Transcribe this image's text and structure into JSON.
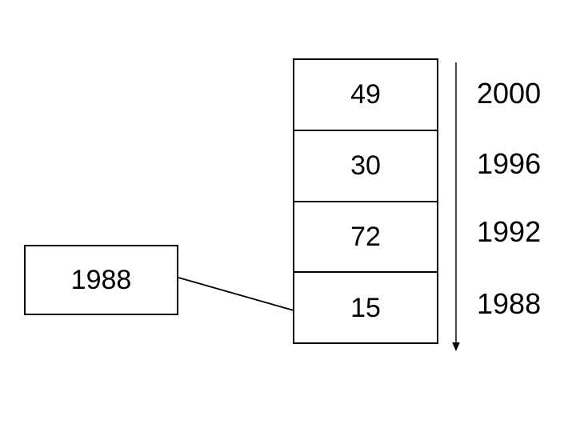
{
  "colors": {
    "background": "#ffffff",
    "line": "#000000",
    "text": "#000000"
  },
  "stack": {
    "cells": [
      {
        "value": "49",
        "year": "2000"
      },
      {
        "value": "30",
        "year": "1996"
      },
      {
        "value": "72",
        "year": "1992"
      },
      {
        "value": "15",
        "year": "1988"
      }
    ]
  },
  "callout": {
    "label": "1988"
  },
  "arrow": {
    "direction": "down"
  }
}
